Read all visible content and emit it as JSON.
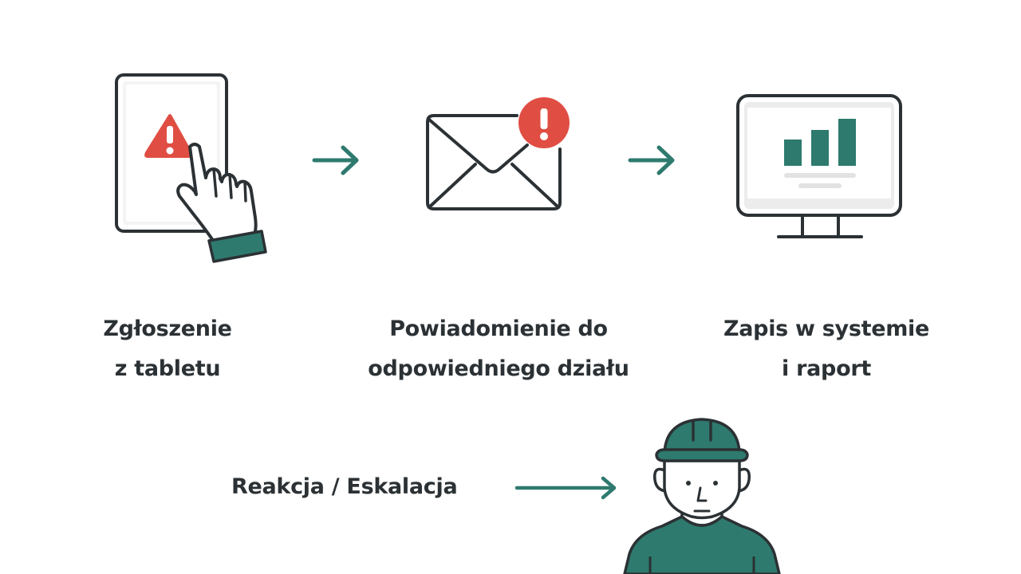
{
  "colors": {
    "teal": "#2e7a6e",
    "red": "#e04e43",
    "outline": "#2b3134",
    "screen_gray": "#e8e8e8",
    "text": "#2b3134"
  },
  "steps": [
    {
      "icon": "tablet-touch-warning-icon",
      "line1": "Zgłoszenie",
      "line2": "z tabletu"
    },
    {
      "icon": "envelope-alert-icon",
      "line1": "Powiadomienie do",
      "line2": "odpowiedniego działu"
    },
    {
      "icon": "monitor-chart-icon",
      "line1": "Zapis w systemie",
      "line2": "i raport"
    }
  ],
  "flow_arrows": [
    "arrow-right-icon",
    "arrow-right-icon",
    "arrow-right-icon"
  ],
  "reaction": {
    "label": "Reakcja / Eskalacja",
    "icon": "worker-hardhat-icon"
  }
}
